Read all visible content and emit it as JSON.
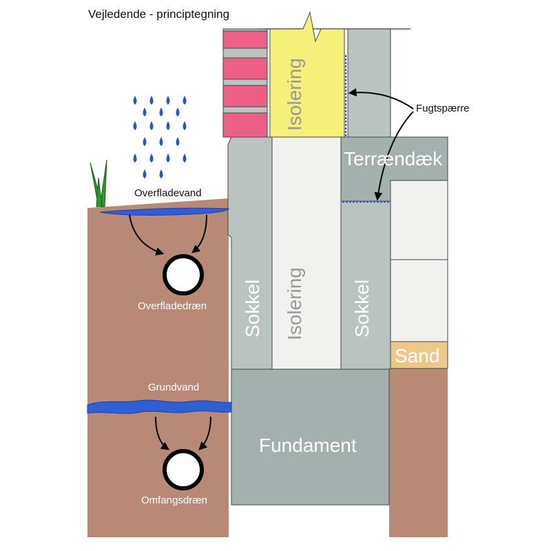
{
  "title": "Vejledende - principtegning",
  "labels": {
    "isolering_top": "Isolering",
    "fugtspaerre": "Fugtspærre",
    "terraendaek": "Terrændæk",
    "overfladevand": "Overfladevand",
    "overfladedraen": "Overfladedræn",
    "sokkel_left": "Sokkel",
    "isolering_mid": "Isolering",
    "sokkel_right": "Sokkel",
    "sand": "Sand",
    "grundvand": "Grundvand",
    "fundament": "Fundament",
    "omfangsdraen": "Omfangsdræn"
  },
  "colors": {
    "soil": "#b88a76",
    "concrete": "#b9c3c0",
    "concrete_dark": "#a4b0ae",
    "insulation_white": "#f1f2ef",
    "insulation_yellow": "#f4f07a",
    "brick": "#ee5f86",
    "sand": "#ecc98a",
    "water": "#2e5fd6",
    "rain": "#2457cf",
    "grass": "#2f9a2c"
  }
}
